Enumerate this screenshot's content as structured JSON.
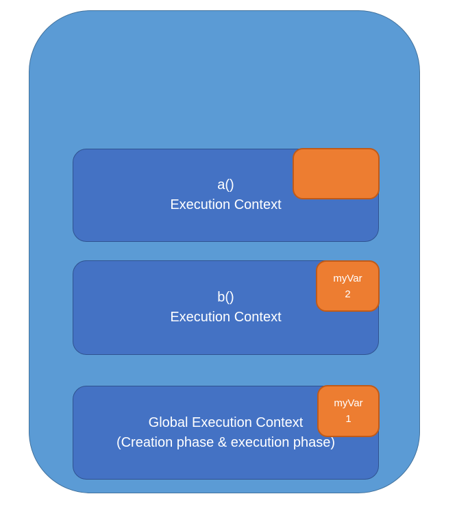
{
  "canvas": {
    "background": "#ffffff"
  },
  "colors": {
    "outer_fill": "#5b9bd5",
    "outer_border": "#41719c",
    "context_fill": "#4472c4",
    "context_border": "#2f528f",
    "variable_fill": "#ed7d31",
    "variable_border": "#c05a18",
    "text": "#ffffff"
  },
  "diagram": {
    "contexts": [
      {
        "id": "a",
        "line1": "a()",
        "line2": "Execution Context",
        "variable": {
          "line1": "",
          "line2": ""
        }
      },
      {
        "id": "b",
        "line1": "b()",
        "line2": "Execution Context",
        "variable": {
          "line1": "myVar",
          "line2": "2"
        }
      },
      {
        "id": "global",
        "line1": "Global Execution Context",
        "line2": "(Creation phase & execution phase)",
        "variable": {
          "line1": "myVar",
          "line2": "1"
        }
      }
    ]
  }
}
